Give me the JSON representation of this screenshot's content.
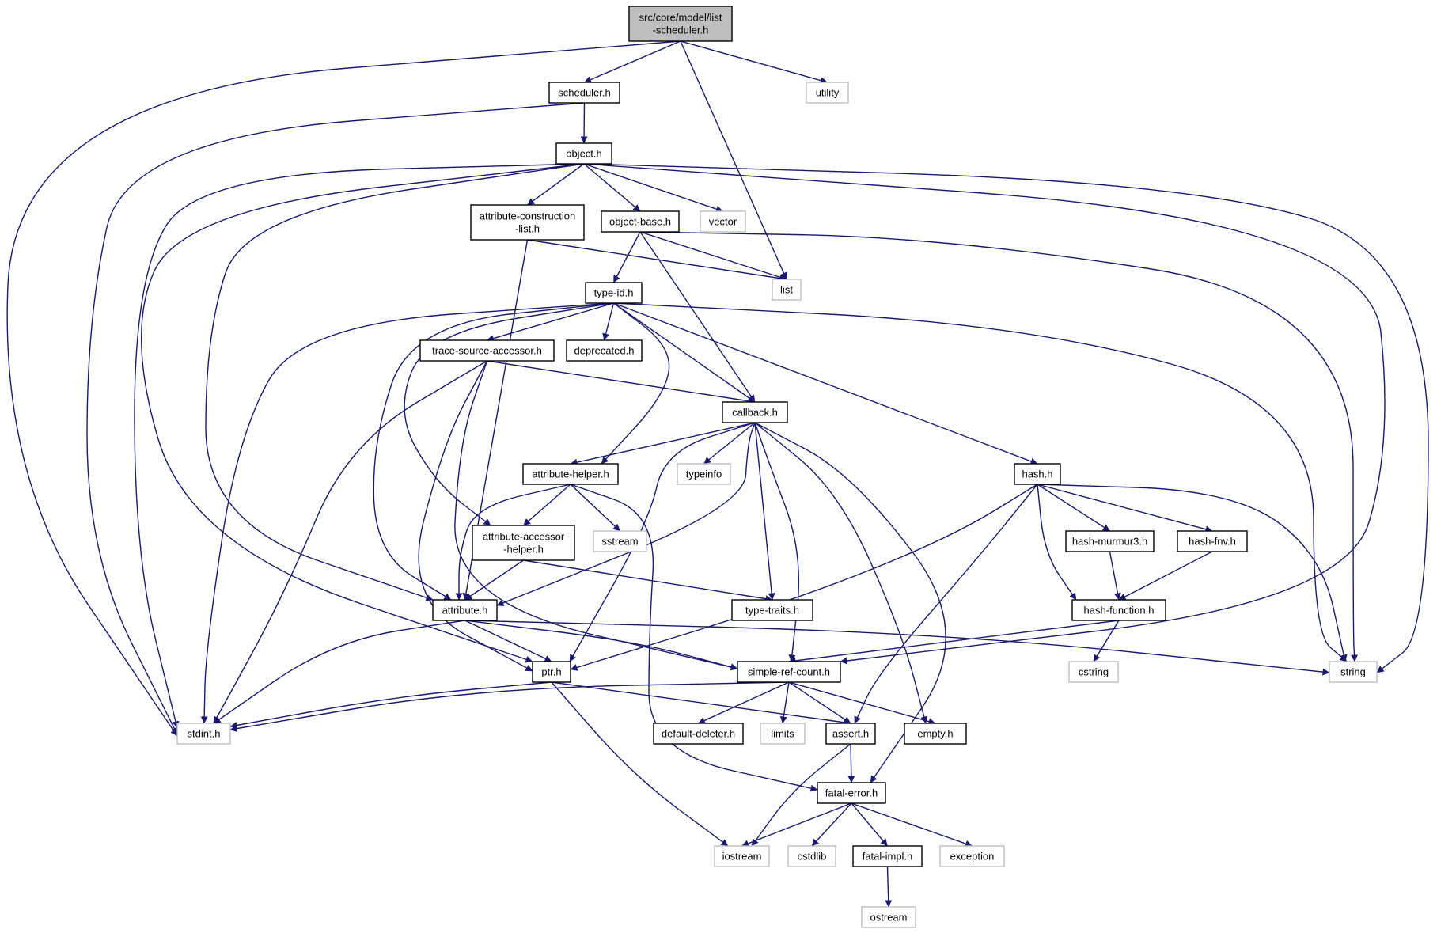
{
  "diagram": {
    "nodes": [
      {
        "id": "root",
        "lines": [
          "src/core/model/list",
          "-scheduler.h"
        ],
        "kind": "root"
      },
      {
        "id": "scheduler",
        "lines": [
          "scheduler.h"
        ],
        "kind": "local"
      },
      {
        "id": "utility",
        "lines": [
          "utility"
        ],
        "kind": "system"
      },
      {
        "id": "object",
        "lines": [
          "object.h"
        ],
        "kind": "local"
      },
      {
        "id": "attrcons",
        "lines": [
          "attribute-construction",
          "-list.h"
        ],
        "kind": "local"
      },
      {
        "id": "objbase",
        "lines": [
          "object-base.h"
        ],
        "kind": "local"
      },
      {
        "id": "vector",
        "lines": [
          "vector"
        ],
        "kind": "system"
      },
      {
        "id": "list",
        "lines": [
          "list"
        ],
        "kind": "system"
      },
      {
        "id": "typeid",
        "lines": [
          "type-id.h"
        ],
        "kind": "local"
      },
      {
        "id": "tsa",
        "lines": [
          "trace-source-accessor.h"
        ],
        "kind": "local"
      },
      {
        "id": "deprecated",
        "lines": [
          "deprecated.h"
        ],
        "kind": "local"
      },
      {
        "id": "callback",
        "lines": [
          "callback.h"
        ],
        "kind": "local"
      },
      {
        "id": "attrhelper",
        "lines": [
          "attribute-helper.h"
        ],
        "kind": "local"
      },
      {
        "id": "typeinfo",
        "lines": [
          "typeinfo"
        ],
        "kind": "system"
      },
      {
        "id": "hash",
        "lines": [
          "hash.h"
        ],
        "kind": "local"
      },
      {
        "id": "sstream",
        "lines": [
          "sstream"
        ],
        "kind": "system"
      },
      {
        "id": "aah",
        "lines": [
          "attribute-accessor",
          "-helper.h"
        ],
        "kind": "local"
      },
      {
        "id": "murmur",
        "lines": [
          "hash-murmur3.h"
        ],
        "kind": "local"
      },
      {
        "id": "fnv",
        "lines": [
          "hash-fnv.h"
        ],
        "kind": "local"
      },
      {
        "id": "attribute",
        "lines": [
          "attribute.h"
        ],
        "kind": "local"
      },
      {
        "id": "typetraits",
        "lines": [
          "type-traits.h"
        ],
        "kind": "local"
      },
      {
        "id": "hashfunc",
        "lines": [
          "hash-function.h"
        ],
        "kind": "local"
      },
      {
        "id": "ptr",
        "lines": [
          "ptr.h"
        ],
        "kind": "local"
      },
      {
        "id": "src",
        "lines": [
          "simple-ref-count.h"
        ],
        "kind": "local"
      },
      {
        "id": "cstring",
        "lines": [
          "cstring"
        ],
        "kind": "system"
      },
      {
        "id": "string",
        "lines": [
          "string"
        ],
        "kind": "system"
      },
      {
        "id": "stdint",
        "lines": [
          "stdint.h"
        ],
        "kind": "system"
      },
      {
        "id": "defdel",
        "lines": [
          "default-deleter.h"
        ],
        "kind": "local"
      },
      {
        "id": "limits",
        "lines": [
          "limits"
        ],
        "kind": "system"
      },
      {
        "id": "assert",
        "lines": [
          "assert.h"
        ],
        "kind": "local"
      },
      {
        "id": "empty",
        "lines": [
          "empty.h"
        ],
        "kind": "local"
      },
      {
        "id": "fatal",
        "lines": [
          "fatal-error.h"
        ],
        "kind": "local"
      },
      {
        "id": "iostream",
        "lines": [
          "iostream"
        ],
        "kind": "system"
      },
      {
        "id": "cstdlib",
        "lines": [
          "cstdlib"
        ],
        "kind": "system"
      },
      {
        "id": "fatalimpl",
        "lines": [
          "fatal-impl.h"
        ],
        "kind": "local"
      },
      {
        "id": "exception",
        "lines": [
          "exception"
        ],
        "kind": "system"
      },
      {
        "id": "ostream",
        "lines": [
          "ostream"
        ],
        "kind": "system"
      }
    ],
    "edges": [
      [
        "root",
        "stdint"
      ],
      [
        "root",
        "scheduler"
      ],
      [
        "root",
        "list"
      ],
      [
        "root",
        "utility"
      ],
      [
        "scheduler",
        "stdint"
      ],
      [
        "scheduler",
        "object"
      ],
      [
        "object",
        "stdint"
      ],
      [
        "object",
        "ptr"
      ],
      [
        "object",
        "attribute"
      ],
      [
        "object",
        "attrcons"
      ],
      [
        "object",
        "objbase"
      ],
      [
        "object",
        "vector"
      ],
      [
        "object",
        "src"
      ],
      [
        "object",
        "string"
      ],
      [
        "attrcons",
        "attribute"
      ],
      [
        "attrcons",
        "list"
      ],
      [
        "objbase",
        "typeid"
      ],
      [
        "objbase",
        "callback"
      ],
      [
        "objbase",
        "list"
      ],
      [
        "objbase",
        "string"
      ],
      [
        "typeid",
        "stdint"
      ],
      [
        "typeid",
        "attribute"
      ],
      [
        "typeid",
        "aah"
      ],
      [
        "typeid",
        "tsa"
      ],
      [
        "typeid",
        "deprecated"
      ],
      [
        "typeid",
        "callback"
      ],
      [
        "typeid",
        "attrhelper"
      ],
      [
        "typeid",
        "hash"
      ],
      [
        "typeid",
        "string"
      ],
      [
        "tsa",
        "stdint"
      ],
      [
        "tsa",
        "ptr"
      ],
      [
        "tsa",
        "src"
      ],
      [
        "tsa",
        "callback"
      ],
      [
        "callback",
        "attrhelper"
      ],
      [
        "callback",
        "typeinfo"
      ],
      [
        "callback",
        "attribute"
      ],
      [
        "callback",
        "ptr"
      ],
      [
        "callback",
        "typetraits"
      ],
      [
        "callback",
        "src"
      ],
      [
        "callback",
        "empty"
      ],
      [
        "callback",
        "fatal"
      ],
      [
        "attrhelper",
        "aah"
      ],
      [
        "attrhelper",
        "sstream"
      ],
      [
        "attrhelper",
        "attribute"
      ],
      [
        "attrhelper",
        "fatal"
      ],
      [
        "aah",
        "attribute"
      ],
      [
        "aah",
        "typetraits"
      ],
      [
        "hash",
        "ptr"
      ],
      [
        "hash",
        "assert"
      ],
      [
        "hash",
        "murmur"
      ],
      [
        "hash",
        "fnv"
      ],
      [
        "hash",
        "hashfunc"
      ],
      [
        "hash",
        "string"
      ],
      [
        "murmur",
        "hashfunc"
      ],
      [
        "fnv",
        "hashfunc"
      ],
      [
        "hashfunc",
        "src"
      ],
      [
        "hashfunc",
        "cstring"
      ],
      [
        "attribute",
        "stdint"
      ],
      [
        "attribute",
        "ptr"
      ],
      [
        "attribute",
        "src"
      ],
      [
        "attribute",
        "string"
      ],
      [
        "ptr",
        "stdint"
      ],
      [
        "ptr",
        "assert"
      ],
      [
        "ptr",
        "iostream"
      ],
      [
        "src",
        "stdint"
      ],
      [
        "src",
        "defdel"
      ],
      [
        "src",
        "limits"
      ],
      [
        "src",
        "assert"
      ],
      [
        "src",
        "empty"
      ],
      [
        "assert",
        "fatal"
      ],
      [
        "assert",
        "iostream"
      ],
      [
        "fatal",
        "iostream"
      ],
      [
        "fatal",
        "cstdlib"
      ],
      [
        "fatal",
        "fatalimpl"
      ],
      [
        "fatal",
        "exception"
      ],
      [
        "fatalimpl",
        "ostream"
      ]
    ]
  }
}
